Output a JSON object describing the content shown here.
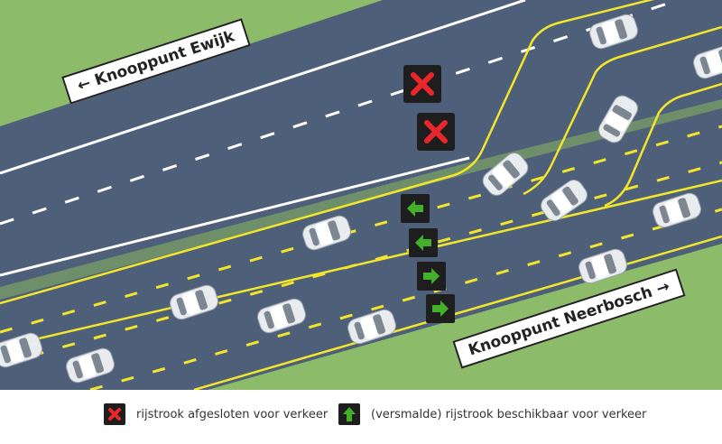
{
  "signs": {
    "ewijk": {
      "arrow": "←",
      "label": "Knooppunt Ewijk"
    },
    "neerbosch": {
      "arrow": "→",
      "label": "Knooppunt Neerbosch"
    }
  },
  "lane_signals": [
    {
      "type": "closed",
      "icon": "red-x-icon"
    },
    {
      "type": "closed",
      "icon": "red-x-icon"
    },
    {
      "type": "open",
      "icon": "green-arrow-left-icon"
    },
    {
      "type": "open",
      "icon": "green-arrow-left-icon"
    },
    {
      "type": "open",
      "icon": "green-arrow-right-icon"
    },
    {
      "type": "open",
      "icon": "green-arrow-right-icon"
    }
  ],
  "legend": {
    "closed_label": "rijstrook afgesloten voor verkeer",
    "open_label": "(versmalde) rijstrook beschikbaar voor verkeer"
  },
  "colors": {
    "grass": "#8cbc6a",
    "road": "#4e6079",
    "yellow": "#f2e52b",
    "red": "#e8262b",
    "green": "#43b02a"
  }
}
